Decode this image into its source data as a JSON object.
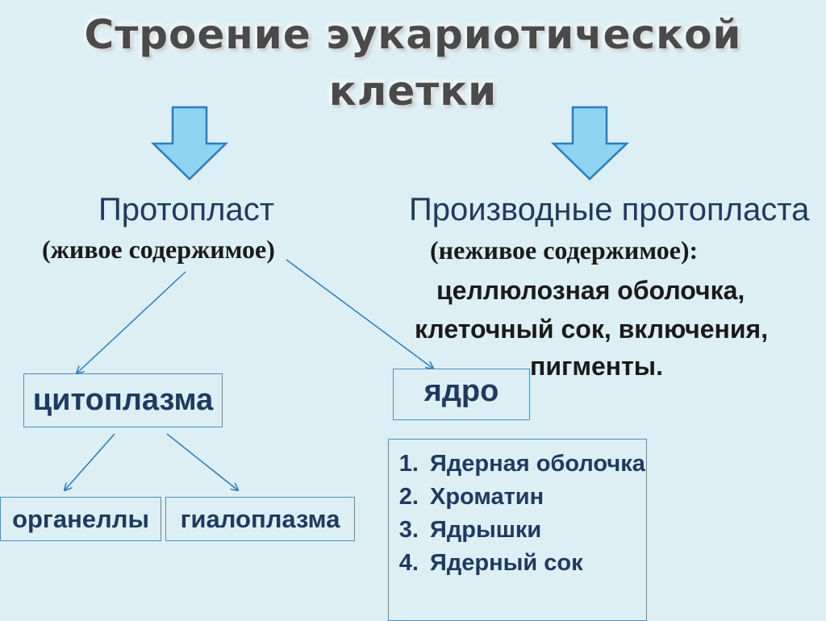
{
  "title": {
    "line1": "Строение эукариотической",
    "line2": "клетки"
  },
  "protoplast": {
    "heading": "Протопласт",
    "subtitle": "(живое содержимое)"
  },
  "derivatives": {
    "heading": "Производные протопласта",
    "subtitle": "(неживое содержимое):",
    "line1": "целлюлозная оболочка,",
    "line2": "клеточный сок, включения,",
    "line3": "пигменты."
  },
  "boxes": {
    "cytoplasm": "цитоплазма",
    "nucleus": "ядро",
    "organelles": "органеллы",
    "hyaloplasm": "гиалоплазма"
  },
  "nucleus_parts": [
    "Ядерная оболочка",
    "Хроматин",
    "Ядрышки",
    "Ядерный сок"
  ],
  "colors": {
    "background": "#dceff5",
    "arrow_fill": "#8fd3f2",
    "arrow_stroke": "#2b7cc0",
    "text_blue": "#1f3a5f",
    "box_border": "#4b8fc5"
  }
}
